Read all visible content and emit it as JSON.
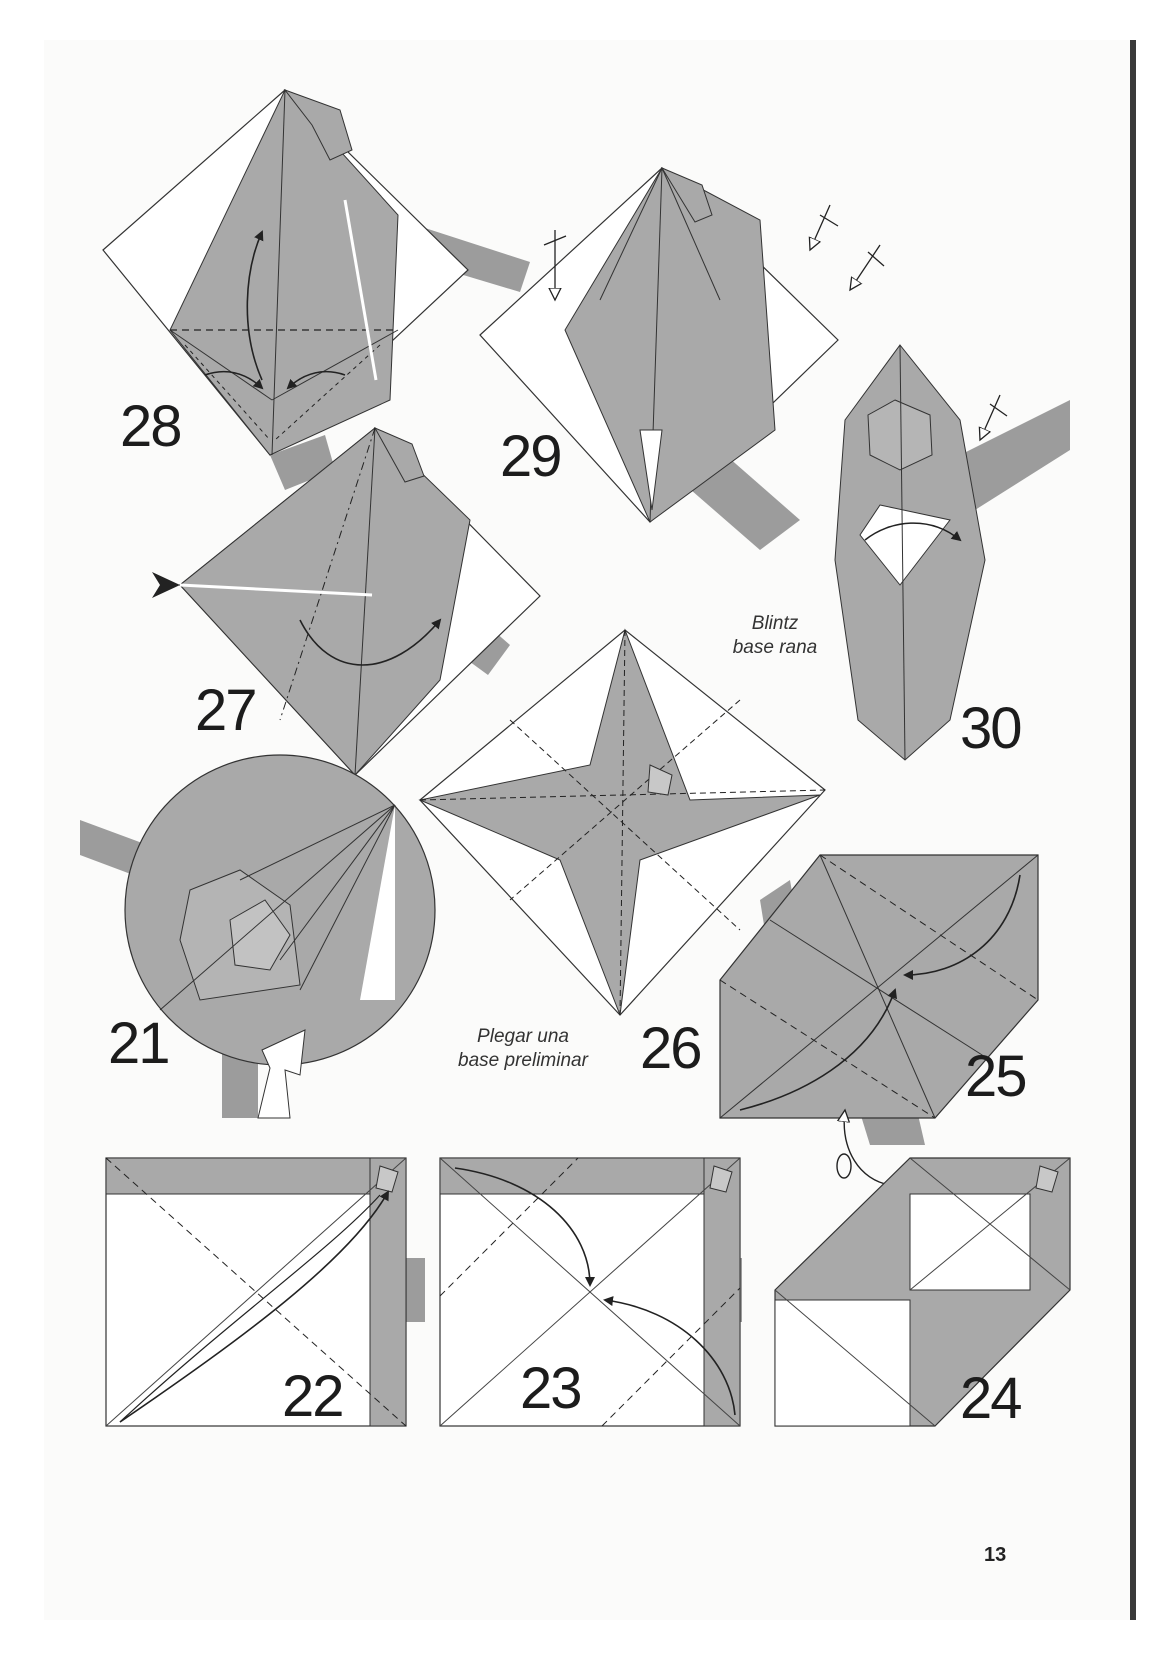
{
  "steps": [
    {
      "id": "step-28",
      "number": "28"
    },
    {
      "id": "step-29",
      "number": "29"
    },
    {
      "id": "step-27",
      "number": "27"
    },
    {
      "id": "step-30",
      "number": "30"
    },
    {
      "id": "step-21",
      "number": "21"
    },
    {
      "id": "step-26",
      "number": "26"
    },
    {
      "id": "step-25",
      "number": "25"
    },
    {
      "id": "step-22",
      "number": "22"
    },
    {
      "id": "step-23",
      "number": "23"
    },
    {
      "id": "step-24",
      "number": "24"
    }
  ],
  "notes": {
    "blintz_line1": "Blintz",
    "blintz_line2": "base rana",
    "preliminar_line1": "Plegar una",
    "preliminar_line2": "base preliminar"
  },
  "page_number": "13",
  "colors": {
    "paper_gray": "#a9a9a9",
    "paper_white": "#ffffff",
    "band_gray": "#9c9c9c",
    "line": "#222222"
  }
}
